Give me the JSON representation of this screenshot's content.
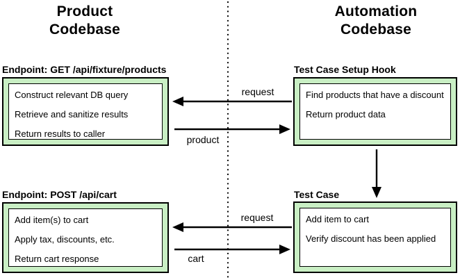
{
  "titles": {
    "left_line1": "Product",
    "left_line2": "Codebase",
    "right_line1": "Automation",
    "right_line2": "Codebase"
  },
  "boxes": {
    "product_get": {
      "label": "Endpoint: GET /api/fixture/products",
      "lines": [
        "Construct relevant DB query",
        "Retrieve and sanitize results",
        "Return results to caller"
      ]
    },
    "setup_hook": {
      "label": "Test Case Setup Hook",
      "lines": [
        "Find products that have a discount",
        "Return product data"
      ]
    },
    "product_post": {
      "label": "Endpoint: POST /api/cart",
      "lines": [
        "Add item(s) to cart",
        "Apply tax, discounts, etc.",
        "Return cart response"
      ]
    },
    "test_case": {
      "label": "Test Case",
      "lines": [
        "Add item to cart",
        "Verify discount has been applied"
      ]
    }
  },
  "arrow_labels": {
    "top_request": "request",
    "top_response": "product",
    "bottom_request": "request",
    "bottom_response": "cart"
  },
  "colors": {
    "box_fill": "#c9efc4",
    "line": "#000000"
  }
}
